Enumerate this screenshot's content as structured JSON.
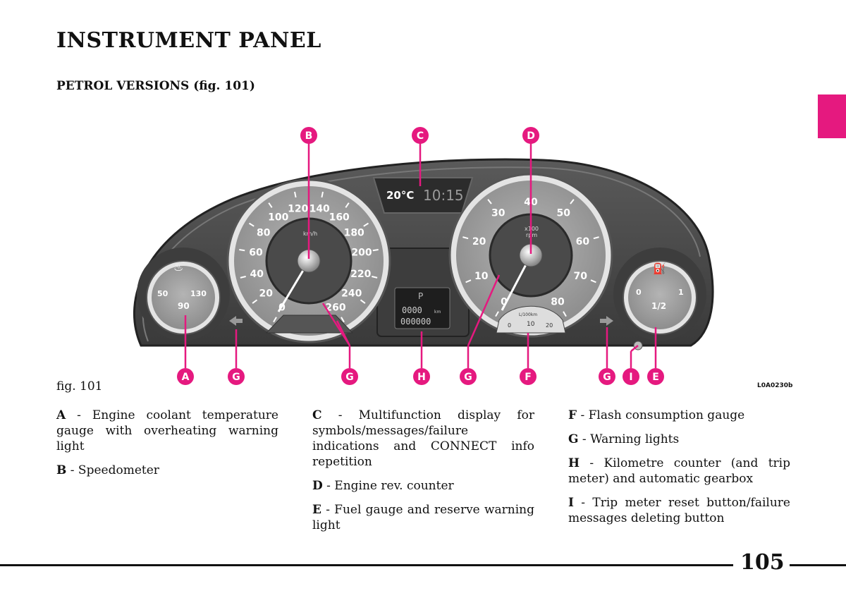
{
  "page": {
    "title": "INSTRUMENT PANEL",
    "subtitle": "PETROL VERSIONS (fig. 101)",
    "fig_caption": "fig. 101",
    "fig_code": "L0A0230b",
    "page_number": "105"
  },
  "figure": {
    "display_temp": "20°C",
    "display_time": "10:15",
    "callouts": [
      "A",
      "G",
      "G",
      "H",
      "G",
      "F",
      "G",
      "I",
      "E",
      "B",
      "C",
      "D"
    ],
    "speedo_ticks": [
      "0",
      "20",
      "40",
      "60",
      "80",
      "100",
      "120",
      "140",
      "160",
      "180",
      "200",
      "220",
      "240",
      "260"
    ],
    "speedo_unit": "km/h",
    "rev_ticks": [
      "0",
      "10",
      "20",
      "30",
      "40",
      "50",
      "60",
      "70",
      "80"
    ],
    "rev_unit_line1": "x100",
    "rev_unit_line2": "rpm",
    "temp_ticks": [
      "50",
      "90",
      "130"
    ],
    "fuel_ticks": [
      "0",
      "1/2",
      "1"
    ],
    "cons_ticks": [
      "0",
      "10",
      "20"
    ],
    "cons_unit": "L/100km",
    "odo_gear": "P",
    "odo_digits": "0000",
    "odo_unit": "km",
    "trip_digits": "000000"
  },
  "legend": {
    "col1": [
      {
        "key": "A",
        "text": " - Engine coolant temperature gauge with overheating warning light"
      },
      {
        "key": "B",
        "text": " - Speedometer"
      }
    ],
    "col2": [
      {
        "key": "C",
        "text": " - Multifunction display for symbols/messages/failure indications and CONNECT info repetition"
      },
      {
        "key": "D",
        "text": " - Engine rev. counter"
      },
      {
        "key": "E",
        "text": " - Fuel gauge and reserve warning light"
      }
    ],
    "col3": [
      {
        "key": "F",
        "text": " - Flash consumption gauge"
      },
      {
        "key": "G",
        "text": " - Warning lights"
      },
      {
        "key": "H",
        "text": " - Kilometre counter (and trip meter) and automatic gearbox"
      },
      {
        "key": "I",
        "text": " - Trip meter reset button/failure messages deleting button"
      }
    ]
  },
  "colors": {
    "accent": "#e5197f",
    "dial_face": "#9c9c9c",
    "panel": "#4a4a4a"
  }
}
